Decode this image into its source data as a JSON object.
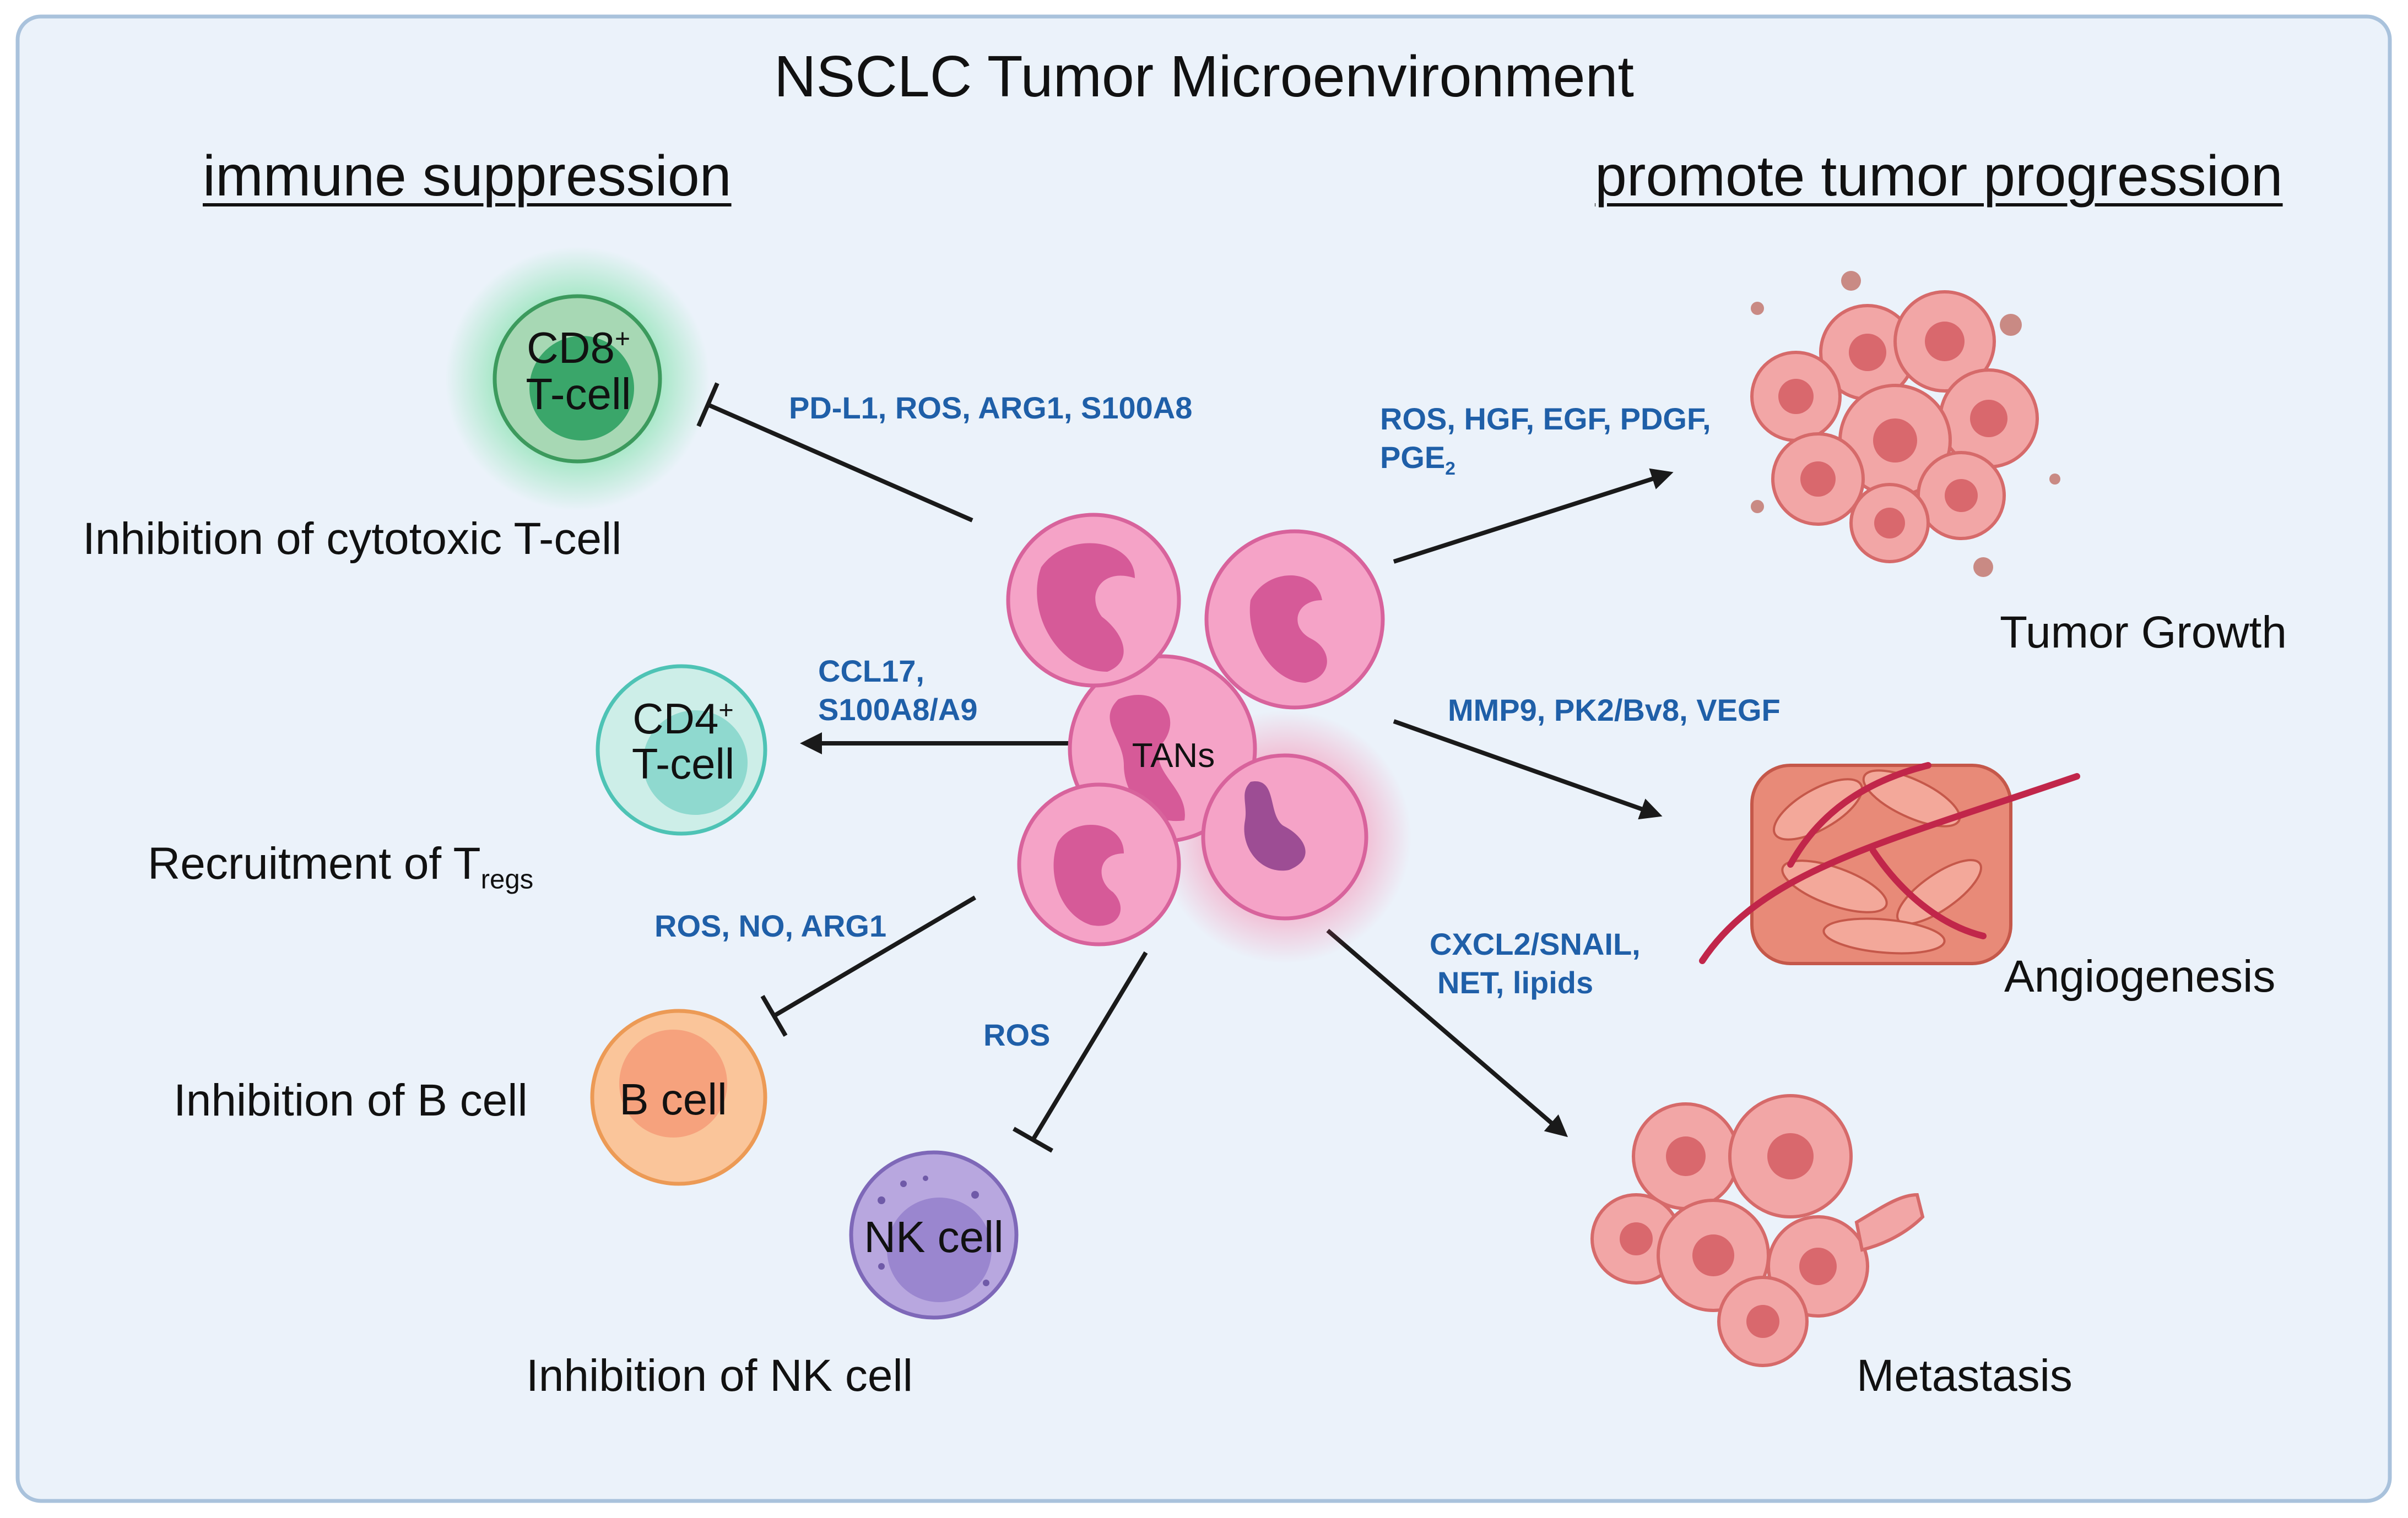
{
  "title": "NSCLC Tumor Microenvironment",
  "sections": {
    "left_heading": "immune suppression",
    "right_heading": "promote tumor progression"
  },
  "center": {
    "label": "TANs"
  },
  "cells": {
    "cd8": {
      "name": "CD8",
      "sup": "+",
      "line2": "T-cell"
    },
    "cd4": {
      "name": "CD4",
      "sup": "+",
      "line2": "T-cell"
    },
    "bcell": {
      "name": "B cell"
    },
    "nk": {
      "name": "NK cell"
    }
  },
  "effects": {
    "cd8_caption": "Inhibition of cytotoxic T-cell",
    "cd4_caption_pre": "Recruitment of  T",
    "cd4_caption_sub": "regs",
    "bcell_caption": "Inhibition of B cell",
    "nk_caption": "Inhibition of NK cell",
    "growth_caption": "Tumor Growth",
    "angio_caption": "Angiogenesis",
    "meta_caption": "Metastasis"
  },
  "mediators": {
    "cd8": "PD-L1, ROS, ARG1, S100A8",
    "cd4_line1": "CCL17,",
    "cd4_line2": "S100A8/A9",
    "bcell": "ROS, NO, ARG1",
    "nk": "ROS",
    "growth_line1": "ROS, HGF, EGF, PDGF,",
    "growth_line2_pre": "PGE",
    "growth_line2_sub": "2",
    "angio": "MMP9, PK2/Bv8, VEGF",
    "meta_line1": "CXCL2/SNAIL,",
    "meta_line2": "NET, lipids"
  },
  "colors": {
    "panel_bg": "#ebf2fa",
    "panel_border": "#a9c2dc",
    "mediator_text": "#1f5fa8",
    "neutrophil": "#f5a3c7",
    "cd8": "#3aa66a",
    "cd4": "#7fd6cc",
    "bcell": "#f7b47f",
    "nk": "#b2a2dc",
    "tumor": "#ef8d8e"
  }
}
